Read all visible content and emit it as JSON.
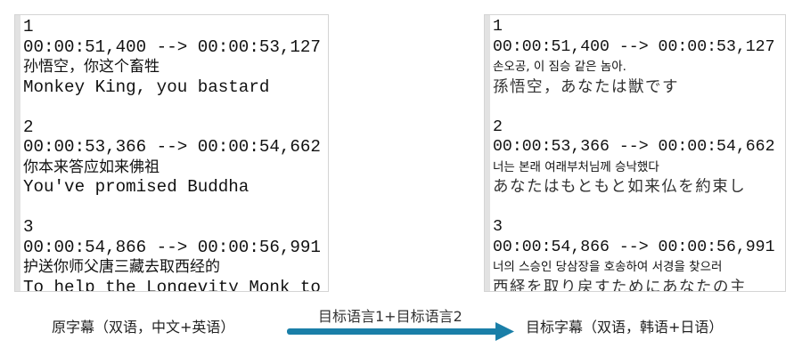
{
  "source_panel": {
    "lines": [
      {
        "text": "1",
        "kind": "mono"
      },
      {
        "text": "00:00:51,400 --> 00:00:53,127",
        "kind": "mono"
      },
      {
        "text": "孙悟空，你这个畜牲",
        "kind": "zh"
      },
      {
        "text": "Monkey King, you bastard",
        "kind": "mono"
      },
      {
        "text": "",
        "kind": "mono"
      },
      {
        "text": "2",
        "kind": "mono"
      },
      {
        "text": "00:00:53,366 --> 00:00:54,662",
        "kind": "mono"
      },
      {
        "text": "你本来答应如来佛祖",
        "kind": "zh"
      },
      {
        "text": "You've promised Buddha",
        "kind": "mono"
      },
      {
        "text": "",
        "kind": "mono"
      },
      {
        "text": "3",
        "kind": "mono"
      },
      {
        "text": "00:00:54,866 --> 00:00:56,991",
        "kind": "mono"
      },
      {
        "text": "护送你师父唐三藏去取西经的",
        "kind": "zh"
      },
      {
        "text": "To help the Longevity Monk to g",
        "kind": "mono"
      }
    ]
  },
  "target_panel": {
    "lines": [
      {
        "text": "1",
        "kind": "mono"
      },
      {
        "text": "00:00:51,400 --> 00:00:53,127",
        "kind": "mono"
      },
      {
        "text": "손오공, 이 짐승 같은 놈아.",
        "kind": "ko"
      },
      {
        "text": "孫悟空，あなたは獣です",
        "kind": "ja"
      },
      {
        "text": "",
        "kind": "mono"
      },
      {
        "text": "2",
        "kind": "mono"
      },
      {
        "text": "00:00:53,366 --> 00:00:54,662",
        "kind": "mono"
      },
      {
        "text": "너는 본래 여래부처님께 승낙했다",
        "kind": "ko"
      },
      {
        "text": "あなたはもともと如来仏を約束し",
        "kind": "ja"
      },
      {
        "text": "",
        "kind": "mono"
      },
      {
        "text": "3",
        "kind": "mono"
      },
      {
        "text": "00:00:54,866 --> 00:00:56,991",
        "kind": "mono"
      },
      {
        "text": "너의 스승인 당삼장을 호송하여 서경을 찾으러",
        "kind": "ko"
      },
      {
        "text": "西経を取り戻すためにあなたの主",
        "kind": "ja"
      }
    ]
  },
  "captions": {
    "source": "原字幕（双语，中文+英语）",
    "arrow": "目标语言1+目标语言2",
    "target": "目标字幕（双语，韩语+日语）"
  },
  "colors": {
    "arrow": "#1a7fa8"
  }
}
